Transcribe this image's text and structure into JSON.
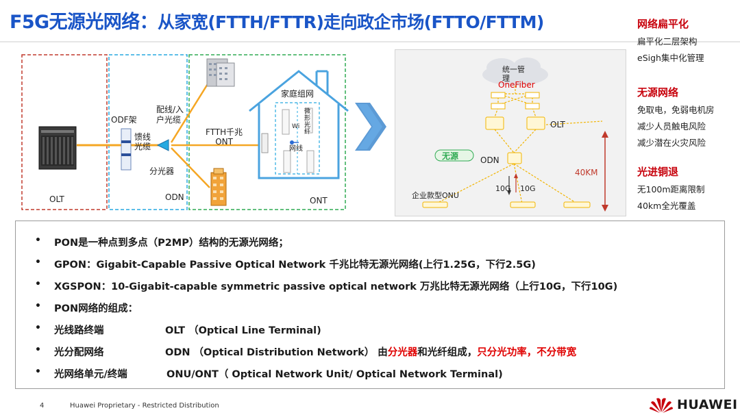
{
  "title": {
    "main": "F5G无源光网络：",
    "sub": "从家宽(FTTH/FTTR)走向政企市场(FTTO/FTTM)"
  },
  "left_diagram": {
    "olt_label": "OLT",
    "odf_label": "ODF架",
    "feeder_label": "馈线\n光缆",
    "distribution_label": "配线/入\n户光缆",
    "splitter_label": "分光器",
    "odn_label": "ODN",
    "ftth_label": "FTTH千兆\nONT",
    "home_network_label": "家庭组网",
    "ont_label": "ONT",
    "fiber_small_label": "光纤",
    "network_small_label": "网线",
    "shape_small_label": "微\n形\n光\n纤",
    "wifi_small_label": "Wi"
  },
  "right_diagram": {
    "cloud_label": "统一管\n理",
    "brand_label": "OneFiber",
    "olt_label": "OLT",
    "passive_label": "无源",
    "odn_label": "ODN",
    "distance_label": "40KM",
    "onu_label": "企业款型ONU",
    "down_rate": "10G",
    "up_rate": "10G"
  },
  "side_points": [
    {
      "heading": "网络扁平化",
      "lines": [
        "扁平化二层架构",
        "eSigh集中化管理"
      ]
    },
    {
      "heading": "无源网络",
      "lines": [
        "免取电，免弱电机房",
        "减少人员触电风险",
        "减少潜在火灾风险"
      ]
    },
    {
      "heading": "光进铜退",
      "lines": [
        "无100m距离限制",
        "40km全光覆盖"
      ]
    }
  ],
  "bullets": [
    {
      "text": "PON是一种点到多点（P2MP）结构的无源光网络；"
    },
    {
      "text": "GPON：Gigabit-Capable Passive Optical Network 千兆比特无源光网络(上行1.25G，下行2.5G)"
    },
    {
      "text": "XGSPON：10-Gigabit-capable symmetric passive optical network 万兆比特无源光网络（上行10G，下行10G)"
    },
    {
      "text": "PON网络的组成："
    },
    {
      "col1": "光线路终端",
      "col2": "OLT （Optical Line Terminal)"
    },
    {
      "col1": "光分配网络",
      "col2": "ODN （Optical Distribution Network） 由",
      "red1": "分光器",
      "mid": "和光纤组成，",
      "red2": "只分光功率，不分带宽"
    },
    {
      "col1": "光网络单元/终端",
      "col2": "ONU/ONT（ Optical Network Unit/ Optical Network Terminal)"
    }
  ],
  "footer": {
    "page": "4",
    "notice": "Huawei Proprietary - Restricted Distribution",
    "logo": "HUAWEI"
  },
  "colors": {
    "title_blue": "#1a55c7",
    "accent_red": "#c7000b",
    "fiber_orange": "#f5a623",
    "dash_red": "#c0392b",
    "dash_blue": "#27a9e1",
    "dash_green": "#2eaa52"
  }
}
